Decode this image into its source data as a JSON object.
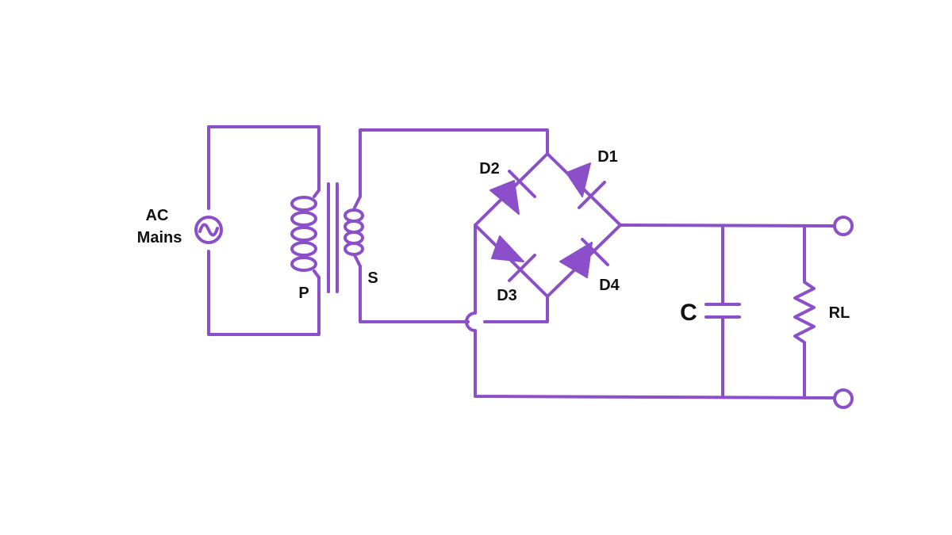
{
  "colors": {
    "wire": "#8a4fc9",
    "diode_fill": "#8a4fc9",
    "background": "#ffffff"
  },
  "labels": {
    "source_line1": "AC",
    "source_line2": "Mains",
    "primary": "P",
    "secondary": "S",
    "d1": "D1",
    "d2": "D2",
    "d3": "D3",
    "d4": "D4",
    "capacitor": "C",
    "load": "RL"
  },
  "icons": {
    "source": "ac-source-icon",
    "transformer": "transformer-icon",
    "diode": "diode-icon",
    "capacitor": "capacitor-icon",
    "resistor": "resistor-icon",
    "terminal": "output-terminal-icon"
  }
}
